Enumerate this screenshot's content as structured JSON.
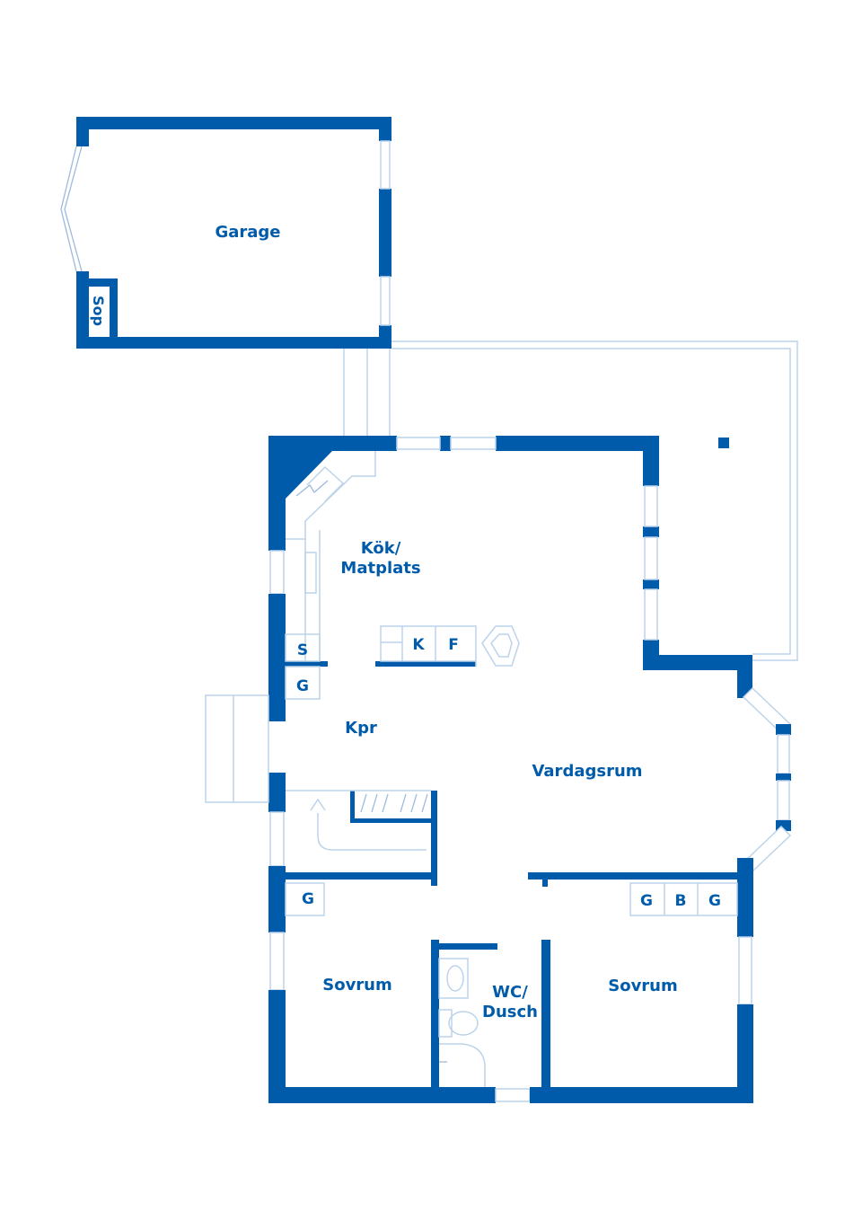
{
  "colors": {
    "wall": "#005BAA",
    "detail": "#BCD3EA",
    "background": "#FFFFFF"
  },
  "rooms": {
    "garage": "Garage",
    "sop": "Sop",
    "kok_line1": "Kök/",
    "kok_line2": "Matplats",
    "kpr": "Kpr",
    "vardagsrum": "Vardagsrum",
    "sovrum_left": "Sovrum",
    "sovrum_right": "Sovrum",
    "wc_line1": "WC/",
    "wc_line2": "Dusch"
  },
  "fixtures": {
    "kitchen_k": "K",
    "kitchen_f": "F",
    "kitchen_s": "S",
    "hall_g": "G",
    "bed_left_g": "G",
    "bed_right_g1": "G",
    "bed_right_b": "B",
    "bed_right_g2": "G"
  }
}
